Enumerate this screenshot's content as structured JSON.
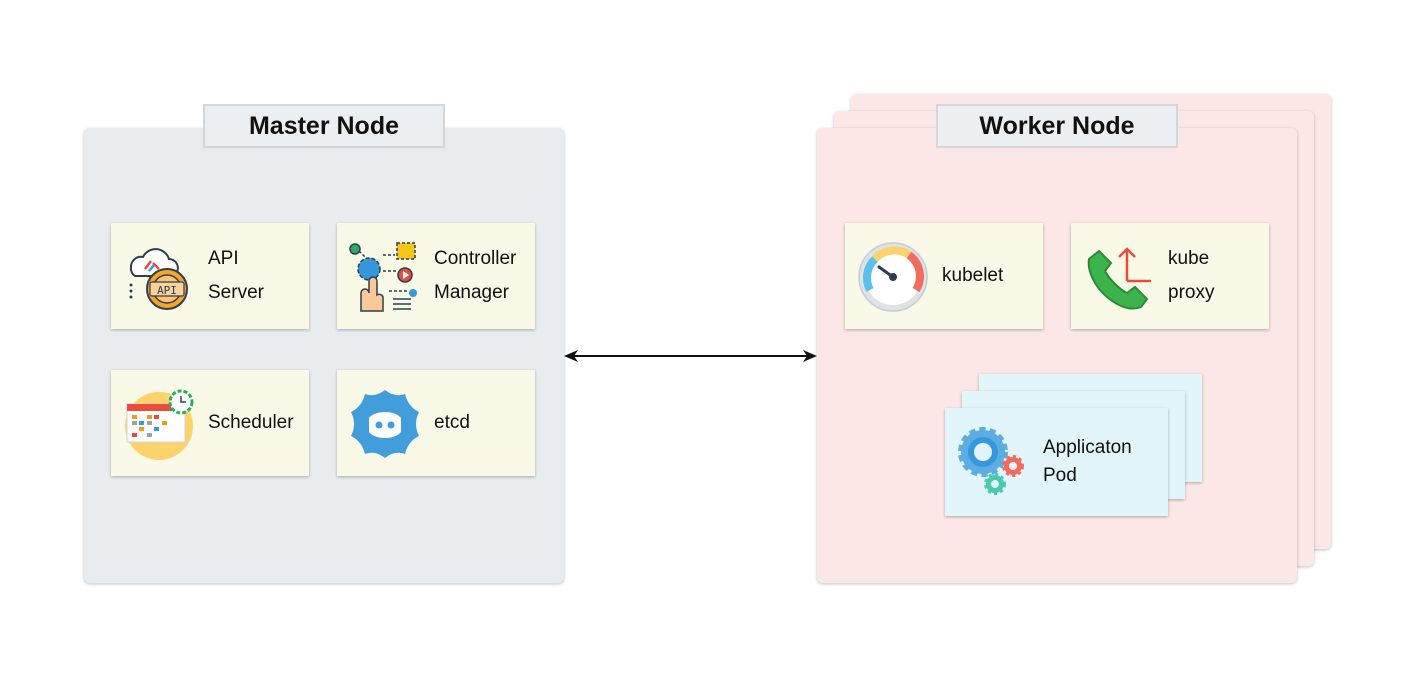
{
  "master": {
    "title": "Master Node",
    "components": {
      "api_server": {
        "line1": "API",
        "line2": "Server",
        "icon": "api-cloud-gear-icon"
      },
      "controller_manager": {
        "line1": "Controller",
        "line2": "Manager",
        "icon": "touch-control-flow-icon"
      },
      "scheduler": {
        "line1": "Scheduler",
        "icon": "calendar-clock-icon"
      },
      "etcd": {
        "line1": "etcd",
        "icon": "etcd-logo-icon"
      }
    }
  },
  "worker": {
    "title": "Worker Node",
    "components": {
      "kubelet": {
        "line1": "kubelet",
        "icon": "speedometer-icon"
      },
      "kube_proxy": {
        "line1": "kube",
        "line2": "proxy",
        "icon": "phone-forward-icon"
      },
      "app_pod": {
        "line1": "Applicaton",
        "line2": "Pod",
        "icon": "gears-icon"
      }
    }
  },
  "colors": {
    "master_bg": "#e9ecef",
    "worker_bg": "#fbe7e5",
    "card_bg": "#f8f9e7",
    "pod_bg": "#e1f5fa"
  }
}
